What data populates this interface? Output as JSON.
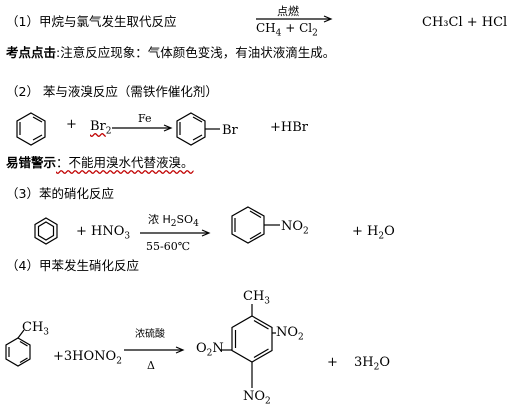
{
  "r1": {
    "title": "（1）甲烷与氯气发生取代反应",
    "cond": "点燃",
    "lhs_a": "CH",
    "lhs_a_sub": "4",
    "lhs_plus": " + Cl",
    "lhs_b_sub": "2",
    "rhs": "CH₃Cl + HCl"
  },
  "k1": {
    "label": "考点点击",
    "text": ":注意反应现象：气体颜色变浅，有油状液滴生成。"
  },
  "r2": {
    "title": "（2）  苯与液溴反应（需铁作催化剂）",
    "plus": "+",
    "br2": "Br",
    "br2_sub": "2",
    "cond": "Fe",
    "br": "Br",
    "hbr": "+HBr"
  },
  "k2": {
    "label": "易错警示",
    "text": "：不能用溴水代替液溴。"
  },
  "r3": {
    "title": "（3）苯的硝化反应",
    "reagent": "+ HNO",
    "reagent_sub": "3",
    "cond_top": "浓 H",
    "cond_top_sub1": "2",
    "cond_top_mid": "SO",
    "cond_top_sub2": "4",
    "cond_bottom": "55-60℃",
    "no2": "NO",
    "no2_sub": "2",
    "water": "+  H",
    "water_sub": "2",
    "water_o": "O"
  },
  "r4": {
    "title": "（4）甲苯发生硝化反应",
    "ch3": "CH",
    "ch3_sub": "3",
    "reagent": "+3HONO",
    "reagent_sub": "2",
    "cond_top": "浓硫酸",
    "cond_bottom": "Δ",
    "o2n": "O",
    "o2n_sub": "2",
    "o2n_n": "N",
    "no2": "NO",
    "no2_sub": "2",
    "water": "3H",
    "water_sub": "2",
    "water_o": "O",
    "plus": "+"
  }
}
